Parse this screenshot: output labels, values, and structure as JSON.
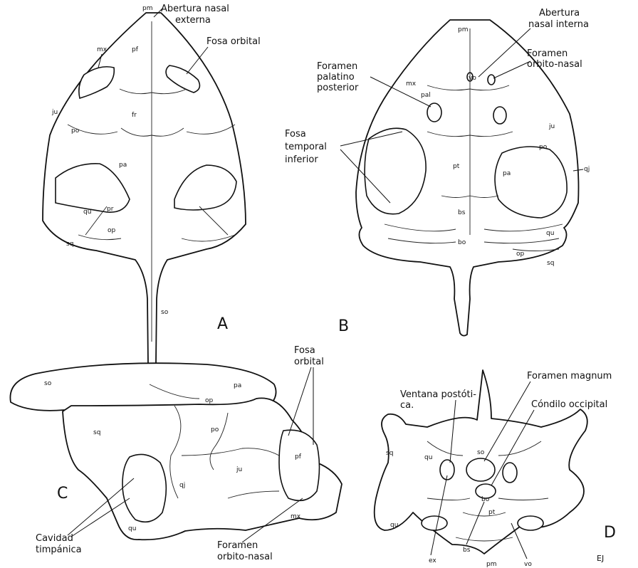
{
  "figure": {
    "panels": [
      "A",
      "B",
      "C",
      "D"
    ],
    "signature": "EJ",
    "labels": {
      "a_nasal_1": "Abertura nasal",
      "a_nasal_2": "externa",
      "a_orbital": "Fosa orbital",
      "b_nasal_int_1": "Abertura",
      "b_nasal_int_2": "nasal interna",
      "b_palatino_1": "Foramen",
      "b_palatino_2": "palatino",
      "b_palatino_3": "posterior",
      "b_orbito_1": "Foramen",
      "b_orbito_2": "orbito-nasal",
      "b_temporal_1": "Fosa",
      "b_temporal_2": "temporal",
      "b_temporal_3": "inferior",
      "c_orbital_1": "Fosa",
      "c_orbital_2": "orbital",
      "c_timpanica_1": "Cavidad",
      "c_timpanica_2": "timpánica",
      "c_foramen_1": "Foramen",
      "c_foramen_2": "orbito-nasal",
      "d_magnum": "Foramen magnum",
      "d_ventana_1": "Ventana postóti-",
      "d_ventana_2": "ca.",
      "d_condilo": "Cóndilo occipital"
    },
    "bone_labels": {
      "a_pm": "pm",
      "a_pf": "pf",
      "a_mx": "mx",
      "a_fr": "fr",
      "a_ju": "ju",
      "a_po": "po",
      "a_pa": "pa",
      "a_qu": "qu",
      "a_pr": "pr",
      "a_op": "op",
      "a_sq": "sq",
      "a_so": "so",
      "b_pm": "pm",
      "b_vo": "vo",
      "b_mx": "mx",
      "b_pal": "pal",
      "b_pt": "pt",
      "b_bs": "bs",
      "b_bo": "bo",
      "b_pa": "pa",
      "b_po": "po",
      "b_ju": "ju",
      "b_qj": "qj",
      "b_qu": "qu",
      "b_op": "op",
      "b_sq": "sq",
      "c_so": "so",
      "c_pa": "pa",
      "c_op": "op",
      "c_sq": "sq",
      "c_po": "po",
      "c_pf": "pf",
      "c_ju": "ju",
      "c_qj": "qj",
      "c_qu": "qu",
      "c_mx": "mx",
      "d_so": "so",
      "d_sq": "sq",
      "d_qu": "qu",
      "d_qu2": "qu",
      "d_bo": "bo",
      "d_pt": "pt",
      "d_ex": "ex",
      "d_bs": "bs",
      "d_pm": "pm",
      "d_vo": "vo"
    }
  }
}
